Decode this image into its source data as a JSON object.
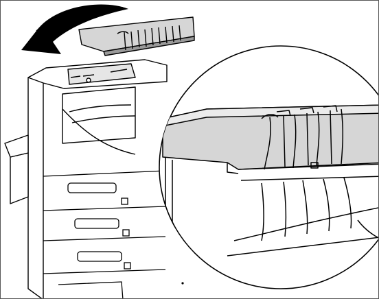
{
  "figure": {
    "subject": "printer-top-cover-removal",
    "icons": [
      "curved-arrow-icon",
      "top-cover-unit",
      "magnifier-detail-circle"
    ],
    "colors": {
      "line": "#000000",
      "cover_shade": "#d6d6d6",
      "cover_dark": "#9a9a9a",
      "paper": "#ffffff",
      "frame": "#555555"
    }
  }
}
